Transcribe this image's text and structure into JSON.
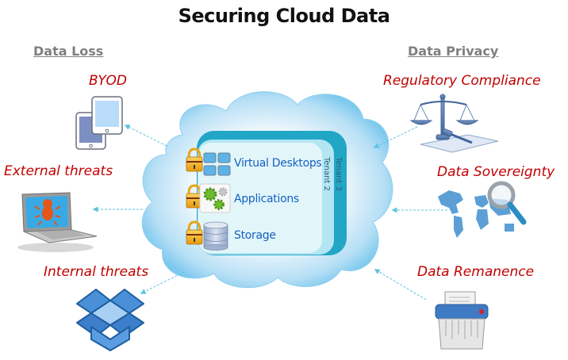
{
  "title": "Securing Cloud Data",
  "sections": {
    "left": {
      "heading": "Data Loss",
      "items": [
        {
          "label": "BYOD",
          "icon": "tablets-icon"
        },
        {
          "label": "External threats",
          "icon": "laptop-bug-icon"
        },
        {
          "label": "Internal threats",
          "icon": "dropbox-icon"
        }
      ]
    },
    "right": {
      "heading": "Data Privacy",
      "items": [
        {
          "label": "Regulatory Compliance",
          "icon": "scales-of-justice-icon"
        },
        {
          "label": "Data Sovereignty",
          "icon": "world-map-magnifier-icon"
        },
        {
          "label": "Data Remanence",
          "icon": "shredder-icon"
        }
      ]
    }
  },
  "cloud": {
    "tenants": [
      "Tenant 3",
      "Tenant 2"
    ],
    "services": [
      {
        "label": "Virtual Desktops",
        "icon": "desktops-icon"
      },
      {
        "label": "Applications",
        "icon": "gears-icon"
      },
      {
        "label": "Storage",
        "icon": "database-icon"
      }
    ]
  },
  "colors": {
    "item_text": "#c00000",
    "heading_text": "#7f7f7f",
    "arrow": "#5bc3e0",
    "tenant3": "#22a6c6",
    "tenant2": "#b3e6f2",
    "card": "#e2f6fa",
    "service_text": "#1760c0"
  }
}
